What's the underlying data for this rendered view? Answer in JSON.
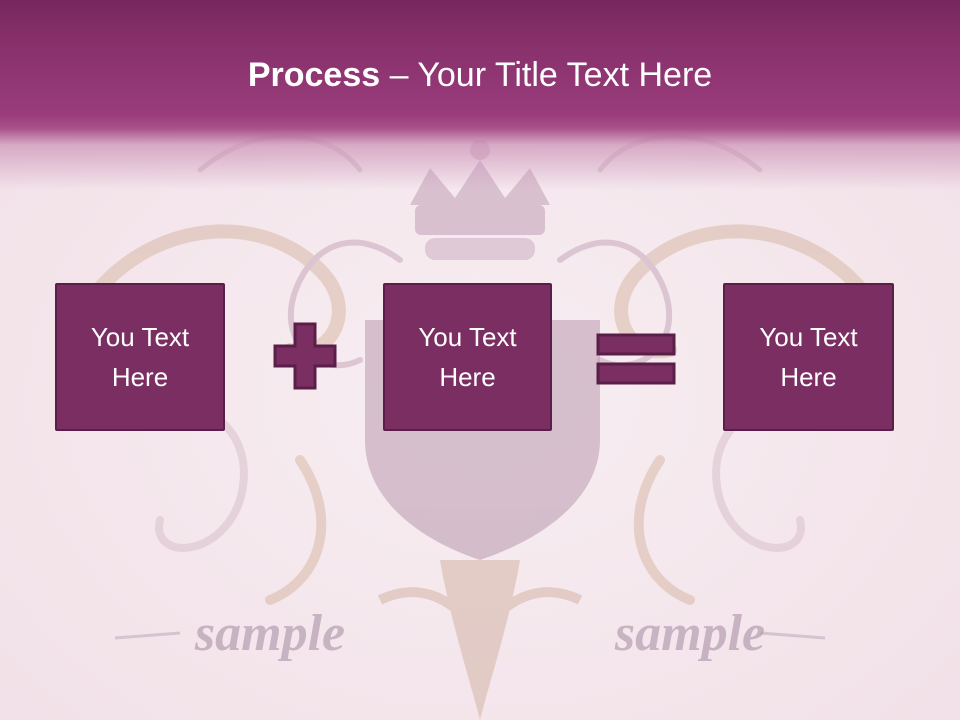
{
  "slide": {
    "title_bold": "Process",
    "title_rest": " – Your Title Text Here",
    "boxes": [
      {
        "text": "You Text Here"
      },
      {
        "text": "You Text Here"
      },
      {
        "text": "You Text Here"
      }
    ],
    "operators": {
      "first": "plus-icon",
      "second": "equals-icon"
    },
    "watermark_left": "sample",
    "watermark_right": "sample"
  },
  "colors": {
    "header": "#86306a",
    "box_fill": "#7a2e62",
    "box_border": "#5a1f48",
    "operator": "#7a2e62",
    "background": "#f6e9ee"
  }
}
